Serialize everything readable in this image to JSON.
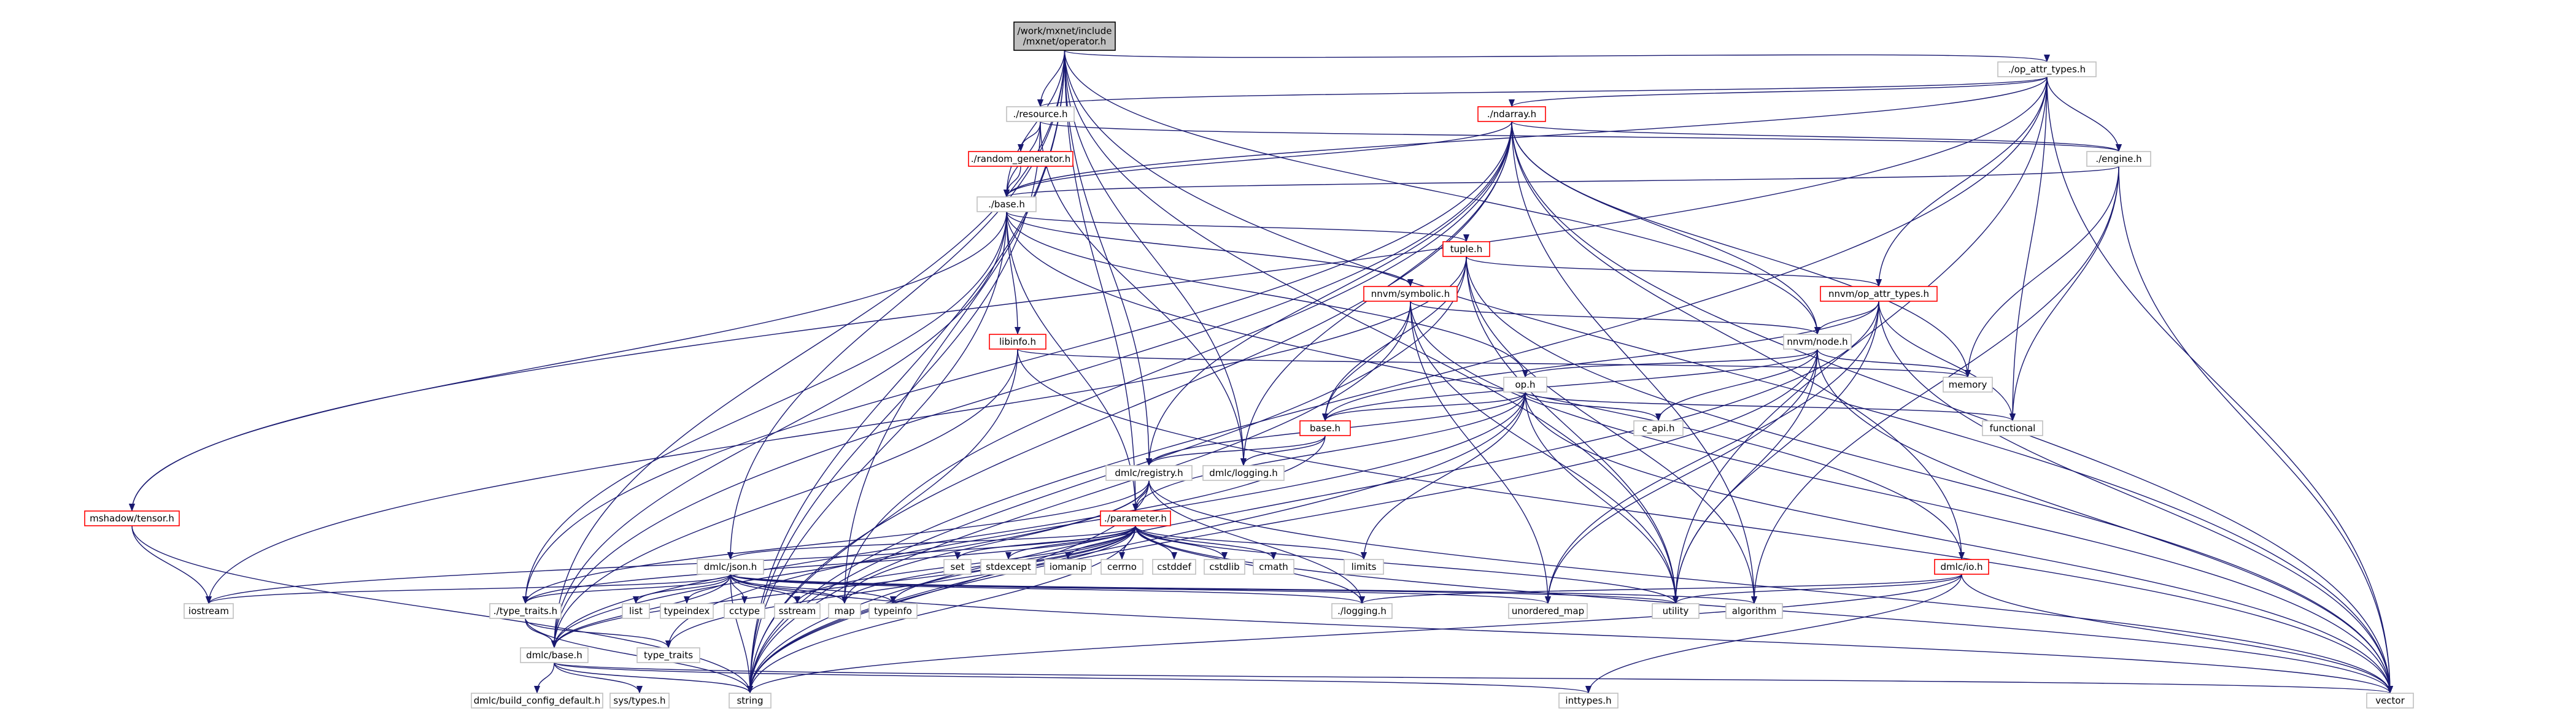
{
  "diagram": {
    "colors": {
      "edge": "#191970",
      "box_default": "#bfbfbf",
      "box_truncated": "#ff0000",
      "box_focus_fill": "#bfbfbf",
      "text": "#000000"
    },
    "nodes": [
      {
        "id": "root",
        "label": "/work/mxnet/include\n/mxnet/operator.h",
        "style": "focus"
      },
      {
        "id": "op_attr_types",
        "label": "./op_attr_types.h",
        "style": "box"
      },
      {
        "id": "resource",
        "label": "./resource.h",
        "style": "box"
      },
      {
        "id": "ndarray",
        "label": "./ndarray.h",
        "style": "red"
      },
      {
        "id": "random_generator",
        "label": "./random_generator.h",
        "style": "red"
      },
      {
        "id": "engine",
        "label": "./engine.h",
        "style": "box"
      },
      {
        "id": "base_top",
        "label": "./base.h",
        "style": "box"
      },
      {
        "id": "tuple",
        "label": "tuple.h",
        "style": "red"
      },
      {
        "id": "nnvm_symbolic",
        "label": "nnvm/symbolic.h",
        "style": "red"
      },
      {
        "id": "nnvm_op_attr",
        "label": "nnvm/op_attr_types.h",
        "style": "red"
      },
      {
        "id": "libinfo",
        "label": "libinfo.h",
        "style": "red"
      },
      {
        "id": "nnvm_node",
        "label": "nnvm/node.h",
        "style": "box"
      },
      {
        "id": "memory",
        "label": "memory",
        "style": "plain"
      },
      {
        "id": "op_h",
        "label": "op.h",
        "style": "box"
      },
      {
        "id": "functional",
        "label": "functional",
        "style": "plain"
      },
      {
        "id": "base_h",
        "label": "base.h",
        "style": "red"
      },
      {
        "id": "c_api",
        "label": "c_api.h",
        "style": "box"
      },
      {
        "id": "dmlc_registry",
        "label": "dmlc/registry.h",
        "style": "box"
      },
      {
        "id": "dmlc_logging",
        "label": "dmlc/logging.h",
        "style": "plain"
      },
      {
        "id": "mshadow_tensor",
        "label": "mshadow/tensor.h",
        "style": "red"
      },
      {
        "id": "parameter",
        "label": "./parameter.h",
        "style": "red"
      },
      {
        "id": "set",
        "label": "set",
        "style": "plain"
      },
      {
        "id": "stdexcept",
        "label": "stdexcept",
        "style": "plain"
      },
      {
        "id": "iomanip",
        "label": "iomanip",
        "style": "plain"
      },
      {
        "id": "cerrno",
        "label": "cerrno",
        "style": "plain"
      },
      {
        "id": "cstddef",
        "label": "cstddef",
        "style": "plain"
      },
      {
        "id": "cstdlib",
        "label": "cstdlib",
        "style": "plain"
      },
      {
        "id": "cmath",
        "label": "cmath",
        "style": "plain"
      },
      {
        "id": "limits",
        "label": "limits",
        "style": "plain"
      },
      {
        "id": "dmlc_io",
        "label": "dmlc/io.h",
        "style": "red"
      },
      {
        "id": "dmlc_json",
        "label": "dmlc/json.h",
        "style": "box"
      },
      {
        "id": "iostream",
        "label": "iostream",
        "style": "plain"
      },
      {
        "id": "type_traits_h",
        "label": "./type_traits.h",
        "style": "box"
      },
      {
        "id": "list",
        "label": "list",
        "style": "plain"
      },
      {
        "id": "typeindex",
        "label": "typeindex",
        "style": "plain"
      },
      {
        "id": "cctype",
        "label": "cctype",
        "style": "plain"
      },
      {
        "id": "sstream",
        "label": "sstream",
        "style": "plain"
      },
      {
        "id": "map",
        "label": "map",
        "style": "plain"
      },
      {
        "id": "typeinfo",
        "label": "typeinfo",
        "style": "plain"
      },
      {
        "id": "logging_h",
        "label": "./logging.h",
        "style": "plain"
      },
      {
        "id": "unordered_map",
        "label": "unordered_map",
        "style": "plain"
      },
      {
        "id": "utility",
        "label": "utility",
        "style": "plain"
      },
      {
        "id": "algorithm",
        "label": "algorithm",
        "style": "plain"
      },
      {
        "id": "dmlc_base",
        "label": "dmlc/base.h",
        "style": "box"
      },
      {
        "id": "type_traits",
        "label": "type_traits",
        "style": "plain"
      },
      {
        "id": "build_config",
        "label": "dmlc/build_config_default.h",
        "style": "box"
      },
      {
        "id": "systypes",
        "label": "sys/types.h",
        "style": "plain"
      },
      {
        "id": "string",
        "label": "string",
        "style": "plain"
      },
      {
        "id": "inttypes",
        "label": "inttypes.h",
        "style": "plain"
      },
      {
        "id": "vector",
        "label": "vector",
        "style": "plain"
      }
    ],
    "edges": [
      [
        "root",
        "op_attr_types"
      ],
      [
        "root",
        "resource"
      ],
      [
        "root",
        "base_top"
      ],
      [
        "root",
        "nnvm_node"
      ],
      [
        "root",
        "dmlc_registry"
      ],
      [
        "root",
        "dmlc_logging"
      ],
      [
        "root",
        "dmlc_base"
      ],
      [
        "root",
        "dmlc_json"
      ],
      [
        "root",
        "map"
      ],
      [
        "root",
        "string"
      ],
      [
        "root",
        "vector"
      ],
      [
        "root",
        "utility"
      ],
      [
        "root",
        "parameter"
      ],
      [
        "op_attr_types",
        "ndarray"
      ],
      [
        "op_attr_types",
        "engine"
      ],
      [
        "op_attr_types",
        "resource"
      ],
      [
        "op_attr_types",
        "base_top"
      ],
      [
        "op_attr_types",
        "nnvm_op_attr"
      ],
      [
        "op_attr_types",
        "mshadow_tensor"
      ],
      [
        "op_attr_types",
        "functional"
      ],
      [
        "op_attr_types",
        "string"
      ],
      [
        "op_attr_types",
        "vector"
      ],
      [
        "op_attr_types",
        "utility"
      ],
      [
        "resource",
        "random_generator"
      ],
      [
        "resource",
        "base_top"
      ],
      [
        "resource",
        "engine"
      ],
      [
        "resource",
        "dmlc_logging"
      ],
      [
        "resource",
        "string"
      ],
      [
        "random_generator",
        "base_top"
      ],
      [
        "ndarray",
        "engine"
      ],
      [
        "ndarray",
        "base_top"
      ],
      [
        "ndarray",
        "nnvm_node"
      ],
      [
        "ndarray",
        "dmlc_registry"
      ],
      [
        "ndarray",
        "dmlc_logging"
      ],
      [
        "ndarray",
        "dmlc_io"
      ],
      [
        "ndarray",
        "type_traits_h"
      ],
      [
        "ndarray",
        "memory"
      ],
      [
        "ndarray",
        "algorithm"
      ],
      [
        "ndarray",
        "map"
      ],
      [
        "ndarray",
        "string"
      ],
      [
        "ndarray",
        "vector"
      ],
      [
        "ndarray",
        "dmlc_base"
      ],
      [
        "engine",
        "base_top"
      ],
      [
        "engine",
        "memory"
      ],
      [
        "engine",
        "functional"
      ],
      [
        "engine",
        "algorithm"
      ],
      [
        "engine",
        "vector"
      ],
      [
        "base_top",
        "tuple"
      ],
      [
        "base_top",
        "nnvm_symbolic"
      ],
      [
        "base_top",
        "libinfo"
      ],
      [
        "base_top",
        "op_h"
      ],
      [
        "base_top",
        "parameter"
      ],
      [
        "base_top",
        "dmlc_io"
      ],
      [
        "base_top",
        "type_traits_h"
      ],
      [
        "base_top",
        "dmlc_base"
      ],
      [
        "base_top",
        "mshadow_tensor"
      ],
      [
        "base_top",
        "string"
      ],
      [
        "tuple",
        "nnvm_op_attr"
      ],
      [
        "tuple",
        "base_h"
      ],
      [
        "tuple",
        "vector"
      ],
      [
        "tuple",
        "iostream"
      ],
      [
        "tuple",
        "utility"
      ],
      [
        "tuple",
        "algorithm"
      ],
      [
        "tuple",
        "string"
      ],
      [
        "nnvm_symbolic",
        "nnvm_node"
      ],
      [
        "nnvm_symbolic",
        "base_h"
      ],
      [
        "nnvm_symbolic",
        "unordered_map"
      ],
      [
        "nnvm_symbolic",
        "utility"
      ],
      [
        "nnvm_symbolic",
        "vector"
      ],
      [
        "nnvm_symbolic",
        "string"
      ],
      [
        "nnvm_op_attr",
        "nnvm_node"
      ],
      [
        "nnvm_op_attr",
        "base_h"
      ],
      [
        "nnvm_op_attr",
        "functional"
      ],
      [
        "nnvm_op_attr",
        "unordered_map"
      ],
      [
        "nnvm_op_attr",
        "utility"
      ],
      [
        "nnvm_op_attr",
        "vector"
      ],
      [
        "nnvm_op_attr",
        "string"
      ],
      [
        "libinfo",
        "dmlc_base"
      ],
      [
        "libinfo",
        "string"
      ],
      [
        "libinfo",
        "memory"
      ],
      [
        "libinfo",
        "vector"
      ],
      [
        "nnvm_node",
        "op_h"
      ],
      [
        "nnvm_node",
        "base_h"
      ],
      [
        "nnvm_node",
        "c_api"
      ],
      [
        "nnvm_node",
        "memory"
      ],
      [
        "nnvm_node",
        "unordered_map"
      ],
      [
        "nnvm_node",
        "utility"
      ],
      [
        "nnvm_node",
        "vector"
      ],
      [
        "nnvm_node",
        "string"
      ],
      [
        "op_h",
        "base_h"
      ],
      [
        "op_h",
        "c_api"
      ],
      [
        "op_h",
        "dmlc_registry"
      ],
      [
        "op_h",
        "parameter"
      ],
      [
        "op_h",
        "functional"
      ],
      [
        "op_h",
        "limits"
      ],
      [
        "op_h",
        "utility"
      ],
      [
        "op_h",
        "vector"
      ],
      [
        "op_h",
        "string"
      ],
      [
        "op_h",
        "type_traits"
      ],
      [
        "base_h",
        "dmlc_registry"
      ],
      [
        "base_h",
        "dmlc_logging"
      ],
      [
        "base_h",
        "dmlc_base"
      ],
      [
        "dmlc_registry",
        "parameter"
      ],
      [
        "dmlc_registry",
        "type_traits_h"
      ],
      [
        "dmlc_registry",
        "dmlc_base"
      ],
      [
        "dmlc_registry",
        "map"
      ],
      [
        "dmlc_registry",
        "string"
      ],
      [
        "dmlc_registry",
        "vector"
      ],
      [
        "dmlc_registry",
        "logging_h"
      ],
      [
        "mshadow_tensor",
        "iostream"
      ],
      [
        "mshadow_tensor",
        "string"
      ],
      [
        "parameter",
        "set"
      ],
      [
        "parameter",
        "stdexcept"
      ],
      [
        "parameter",
        "iomanip"
      ],
      [
        "parameter",
        "cerrno"
      ],
      [
        "parameter",
        "cstddef"
      ],
      [
        "parameter",
        "cstdlib"
      ],
      [
        "parameter",
        "cmath"
      ],
      [
        "parameter",
        "limits"
      ],
      [
        "parameter",
        "dmlc_json"
      ],
      [
        "parameter",
        "iostream"
      ],
      [
        "parameter",
        "type_traits_h"
      ],
      [
        "parameter",
        "sstream"
      ],
      [
        "parameter",
        "map"
      ],
      [
        "parameter",
        "typeinfo"
      ],
      [
        "parameter",
        "logging_h"
      ],
      [
        "parameter",
        "utility"
      ],
      [
        "parameter",
        "dmlc_base"
      ],
      [
        "parameter",
        "string"
      ],
      [
        "parameter",
        "vector"
      ],
      [
        "parameter",
        "type_traits"
      ],
      [
        "dmlc_io",
        "logging_h"
      ],
      [
        "dmlc_io",
        "utility"
      ],
      [
        "dmlc_io",
        "string"
      ],
      [
        "dmlc_io",
        "vector"
      ],
      [
        "dmlc_io",
        "inttypes"
      ],
      [
        "dmlc_json",
        "list"
      ],
      [
        "dmlc_json",
        "typeindex"
      ],
      [
        "dmlc_json",
        "cctype"
      ],
      [
        "dmlc_json",
        "sstream"
      ],
      [
        "dmlc_json",
        "map"
      ],
      [
        "dmlc_json",
        "typeinfo"
      ],
      [
        "dmlc_json",
        "iostream"
      ],
      [
        "dmlc_json",
        "type_traits_h"
      ],
      [
        "dmlc_json",
        "unordered_map"
      ],
      [
        "dmlc_json",
        "utility"
      ],
      [
        "dmlc_json",
        "algorithm"
      ],
      [
        "dmlc_json",
        "string"
      ],
      [
        "dmlc_json",
        "vector"
      ],
      [
        "dmlc_json",
        "dmlc_base"
      ],
      [
        "dmlc_json",
        "logging_h"
      ],
      [
        "type_traits_h",
        "dmlc_base"
      ],
      [
        "type_traits_h",
        "type_traits"
      ],
      [
        "type_traits_h",
        "string"
      ],
      [
        "dmlc_base",
        "build_config"
      ],
      [
        "dmlc_base",
        "systypes"
      ],
      [
        "dmlc_base",
        "string"
      ],
      [
        "dmlc_base",
        "inttypes"
      ],
      [
        "dmlc_base",
        "vector"
      ]
    ]
  }
}
